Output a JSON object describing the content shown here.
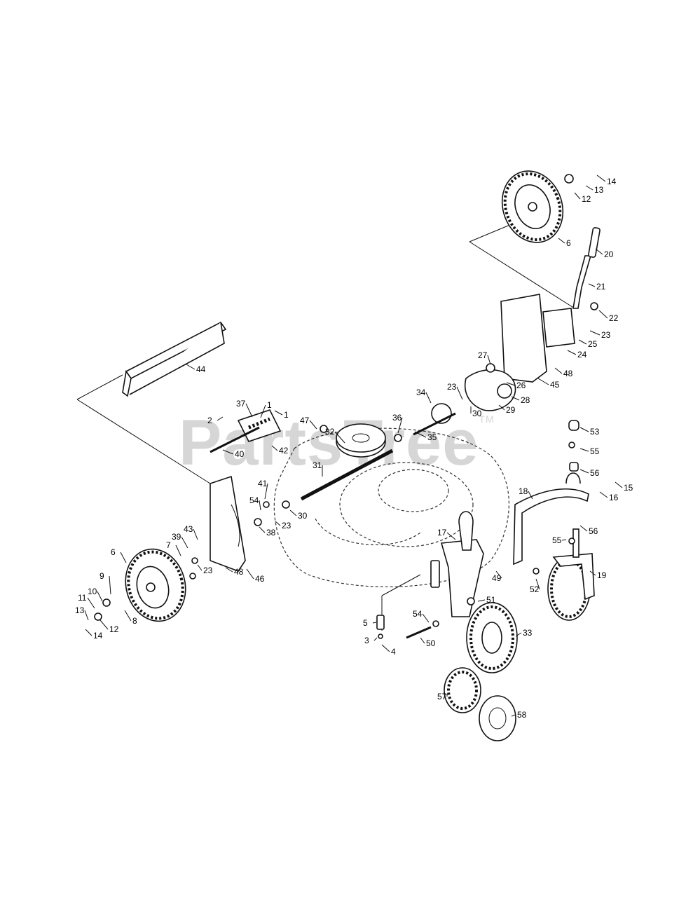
{
  "watermark": {
    "text": "PartsTree",
    "mark": "TM"
  },
  "callouts": [
    "1",
    "2",
    "3",
    "4",
    "5",
    "6",
    "7",
    "8",
    "9",
    "10",
    "11",
    "12",
    "13",
    "14",
    "15",
    "16",
    "17",
    "18",
    "19",
    "20",
    "21",
    "22",
    "23",
    "24",
    "25",
    "26",
    "27",
    "28",
    "29",
    "30",
    "31",
    "32",
    "33",
    "34",
    "35",
    "36",
    "37",
    "38",
    "39",
    "40",
    "41",
    "42",
    "43",
    "44",
    "45",
    "46",
    "47",
    "48",
    "49",
    "50",
    "51",
    "52",
    "53",
    "54",
    "55",
    "56",
    "57",
    "58"
  ]
}
